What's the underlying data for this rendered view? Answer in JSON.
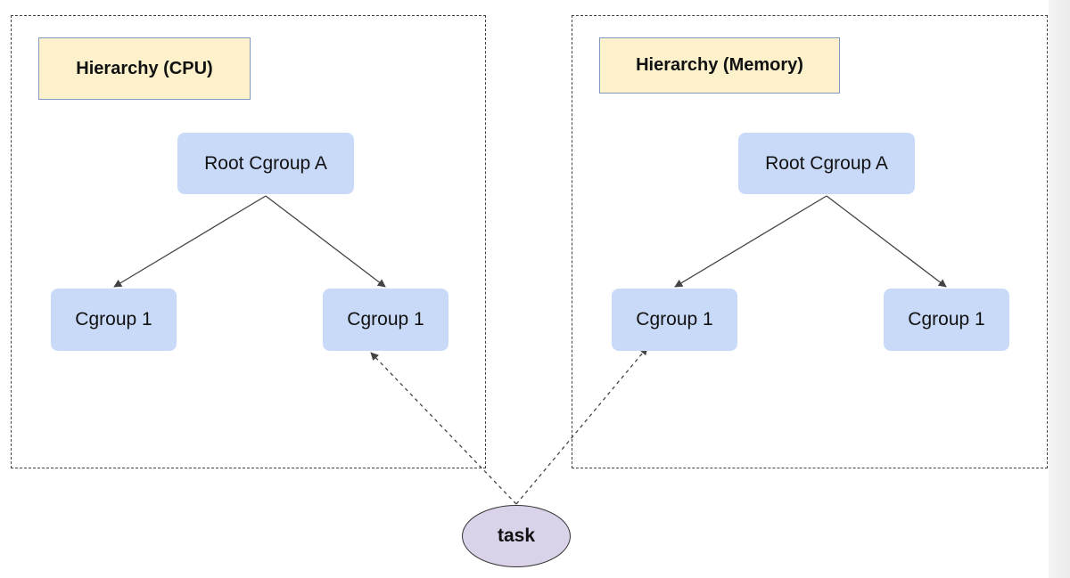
{
  "hierarchies": [
    {
      "title": "Hierarchy (CPU)",
      "root": "Root Cgroup A",
      "children": [
        "Cgroup 1",
        "Cgroup 1"
      ]
    },
    {
      "title": "Hierarchy (Memory)",
      "root": "Root Cgroup A",
      "children": [
        "Cgroup 1",
        "Cgroup 1"
      ]
    }
  ],
  "task": {
    "label": "task"
  },
  "colors": {
    "title_fill": "#fdf1cc",
    "node_fill": "#c9daf8",
    "task_fill": "#d9d2e9",
    "edge": "#444444"
  }
}
